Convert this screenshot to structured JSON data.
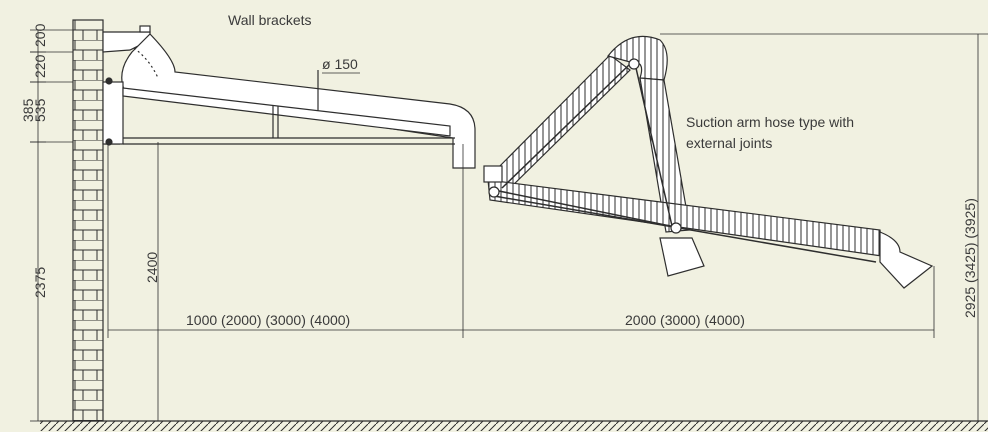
{
  "labels": {
    "wall_brackets": "Wall brackets",
    "diameter": "ø 150",
    "arm_type_line1": "Suction arm hose type with",
    "arm_type_line2": "external joints"
  },
  "dimensions": {
    "d200": "200",
    "d220": "220",
    "d535": "535",
    "d385": "385",
    "d2375": "2375",
    "d2400": "2400",
    "reach_bracket": "1000 (2000) (3000) (4000)",
    "reach_arm": "2000 (3000) (4000)",
    "height_total": "2925 (3425) (3925)"
  },
  "colors": {
    "background": "#f1f1e1",
    "line": "#2e2e2e",
    "hose_fill": "#ffffff"
  }
}
